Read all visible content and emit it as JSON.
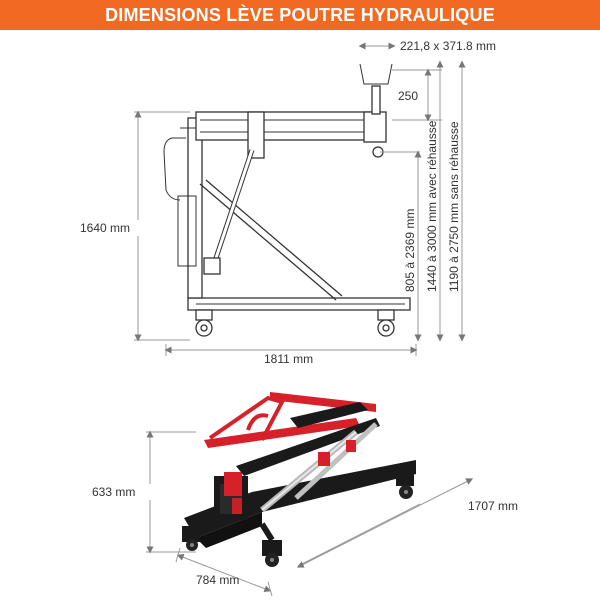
{
  "header": {
    "title": "DIMENSIONS LÈVE POUTRE HYDRAULIQUE"
  },
  "side_view": {
    "head_size": "221,8 x 371.8 mm",
    "head_height": "250",
    "overall_height": "1640 mm",
    "lift_range": "805 à 2369 mm",
    "max_with_extension": "1440 à 3000 mm avec réhausse",
    "max_without_extension": "1190 à 2750 mm sans réhausse",
    "overall_length": "1811 mm"
  },
  "iso_view": {
    "height": "633 mm",
    "length": "1707 mm",
    "width": "784 mm"
  },
  "colors": {
    "banner": "#f26a21",
    "frame_black": "#1a1a1a",
    "accent_red": "#d6202a",
    "hydraulic_red": "#c81e28"
  }
}
